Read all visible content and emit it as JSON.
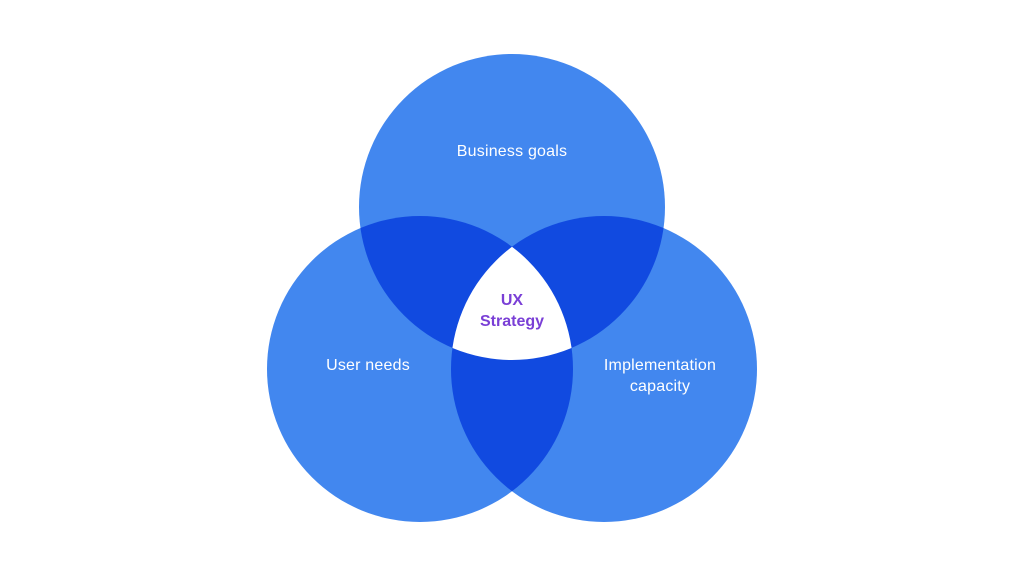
{
  "diagram": {
    "circles": [
      {
        "id": "top",
        "label_lines": [
          "Business goals"
        ]
      },
      {
        "id": "left",
        "label_lines": [
          "User needs"
        ]
      },
      {
        "id": "right",
        "label_lines": [
          "Implementation",
          "capacity"
        ]
      }
    ],
    "center": {
      "label_lines": [
        "UX",
        "Strategy"
      ]
    }
  },
  "colors": {
    "background": "#ffffff",
    "circle": "#4287ef",
    "overlap": "#114ae0",
    "center_fill": "#ffffff",
    "center_text": "#7a3fd6",
    "label_text": "#ffffff"
  }
}
